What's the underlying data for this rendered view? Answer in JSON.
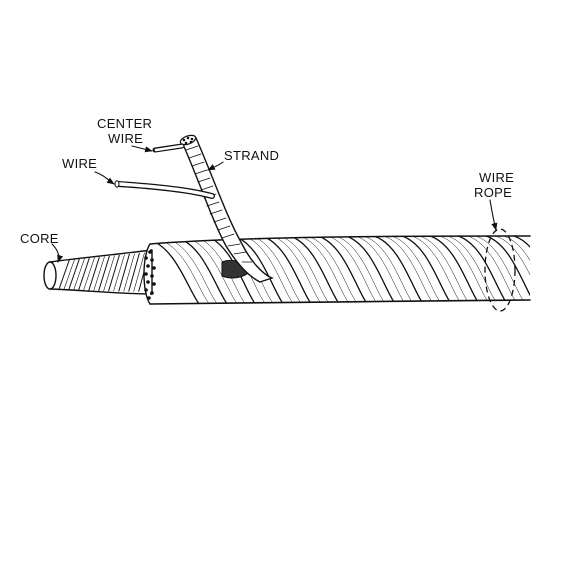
{
  "diagram": {
    "labels": {
      "center_wire": [
        "CENTER",
        "WIRE"
      ],
      "wire": "WIRE",
      "strand": "STRAND",
      "wire_rope": [
        "WIRE",
        "ROPE"
      ],
      "core": "CORE"
    },
    "colors": {
      "ink": "#111111",
      "background": "#ffffff"
    }
  }
}
